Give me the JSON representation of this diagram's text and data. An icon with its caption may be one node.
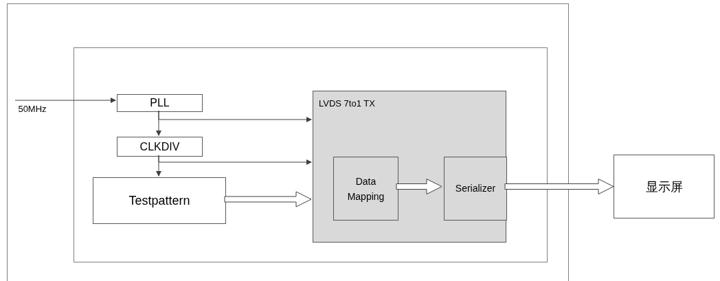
{
  "diagram": {
    "nodes": [
      {
        "text": [],
        "shape": "box"
      },
      {
        "text": [],
        "shape": "box",
        "in": 0
      },
      {
        "text": [
          "50MHz"
        ],
        "in": 0
      },
      {
        "text": [
          "PLL"
        ],
        "in": 1
      },
      {
        "text": [
          "CLKDIV"
        ],
        "in": 1
      },
      {
        "text": [
          "Testpattern"
        ],
        "in": 1
      },
      {
        "text": [
          "LVDS 7to1 TX"
        ],
        "in": 1
      },
      {
        "text": [
          "Data Mapping"
        ],
        "in": 6
      },
      {
        "text": [
          "Serializer"
        ],
        "in": 6
      },
      {
        "text": [
          "显示屏"
        ]
      }
    ],
    "edges": [
      {
        "from": 2,
        "to": 3,
        "arrow": "to"
      },
      {
        "from": 3,
        "to": 6,
        "arrow": "to"
      },
      {
        "from": 3,
        "to": 4,
        "arrow": "to"
      },
      {
        "from": 4,
        "to": 6,
        "arrow": "to"
      },
      {
        "from": 4,
        "to": 5,
        "arrow": "to"
      },
      {
        "from": 5,
        "to": 6,
        "arrow": "to",
        "style": "thick"
      },
      {
        "from": 7,
        "to": 8,
        "arrow": "to",
        "style": "thick"
      },
      {
        "from": 8,
        "to": 9,
        "arrow": "to",
        "style": "thick"
      }
    ]
  }
}
